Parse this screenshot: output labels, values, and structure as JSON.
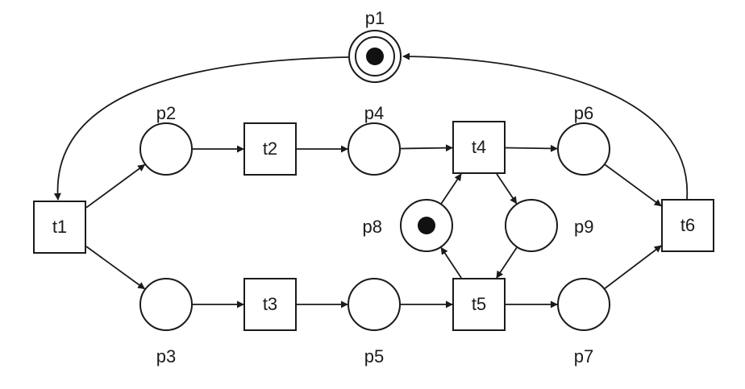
{
  "diagram": {
    "places": [
      {
        "id": "p1",
        "label": "p1",
        "tokens": 1,
        "double_ring": true
      },
      {
        "id": "p2",
        "label": "p2",
        "tokens": 0
      },
      {
        "id": "p3",
        "label": "p3",
        "tokens": 0
      },
      {
        "id": "p4",
        "label": "p4",
        "tokens": 0
      },
      {
        "id": "p5",
        "label": "p5",
        "tokens": 0
      },
      {
        "id": "p6",
        "label": "p6",
        "tokens": 0
      },
      {
        "id": "p7",
        "label": "p7",
        "tokens": 0
      },
      {
        "id": "p8",
        "label": "p8",
        "tokens": 1
      },
      {
        "id": "p9",
        "label": "p9",
        "tokens": 0
      }
    ],
    "transitions": [
      {
        "id": "t1",
        "label": "t1"
      },
      {
        "id": "t2",
        "label": "t2"
      },
      {
        "id": "t3",
        "label": "t3"
      },
      {
        "id": "t4",
        "label": "t4"
      },
      {
        "id": "t5",
        "label": "t5"
      },
      {
        "id": "t6",
        "label": "t6"
      }
    ],
    "arcs": [
      {
        "from": "p1",
        "to": "t1"
      },
      {
        "from": "t1",
        "to": "p2"
      },
      {
        "from": "t1",
        "to": "p3"
      },
      {
        "from": "p2",
        "to": "t2"
      },
      {
        "from": "t2",
        "to": "p4"
      },
      {
        "from": "p4",
        "to": "t4"
      },
      {
        "from": "p3",
        "to": "t3"
      },
      {
        "from": "t3",
        "to": "p5"
      },
      {
        "from": "p5",
        "to": "t5"
      },
      {
        "from": "t4",
        "to": "p6"
      },
      {
        "from": "t4",
        "to": "p9"
      },
      {
        "from": "p9",
        "to": "t5"
      },
      {
        "from": "t5",
        "to": "p8"
      },
      {
        "from": "p8",
        "to": "t4"
      },
      {
        "from": "t5",
        "to": "p7"
      },
      {
        "from": "p6",
        "to": "t6"
      },
      {
        "from": "p7",
        "to": "t6"
      },
      {
        "from": "t6",
        "to": "p1"
      }
    ]
  }
}
